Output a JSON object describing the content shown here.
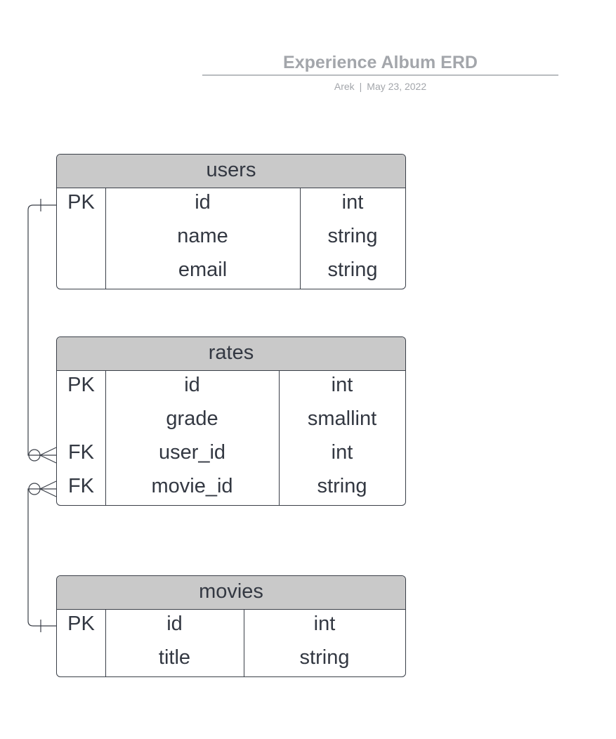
{
  "diagram": {
    "title": "Experience Album ERD",
    "author": "Arek",
    "separator": "|",
    "date": "May 23, 2022"
  },
  "entities": {
    "users": {
      "name": "users",
      "rows": [
        {
          "key": "PK",
          "field": "id",
          "type": "int"
        },
        {
          "key": "",
          "field": "name",
          "type": "string"
        },
        {
          "key": "",
          "field": "email",
          "type": "string"
        }
      ]
    },
    "rates": {
      "name": "rates",
      "rows": [
        {
          "key": "PK",
          "field": "id",
          "type": "int"
        },
        {
          "key": "",
          "field": "grade",
          "type": "smallint"
        },
        {
          "key": "FK",
          "field": "user_id",
          "type": "int"
        },
        {
          "key": "FK",
          "field": "movie_id",
          "type": "string"
        }
      ]
    },
    "movies": {
      "name": "movies",
      "rows": [
        {
          "key": "PK",
          "field": "id",
          "type": "int"
        },
        {
          "key": "",
          "field": "title",
          "type": "string"
        }
      ]
    }
  },
  "relationships": [
    {
      "from": "users.id",
      "to": "rates.user_id",
      "from_end": "one",
      "to_end": "zero-or-many"
    },
    {
      "from": "movies.id",
      "to": "rates.movie_id",
      "from_end": "one",
      "to_end": "zero-or-many"
    }
  ]
}
